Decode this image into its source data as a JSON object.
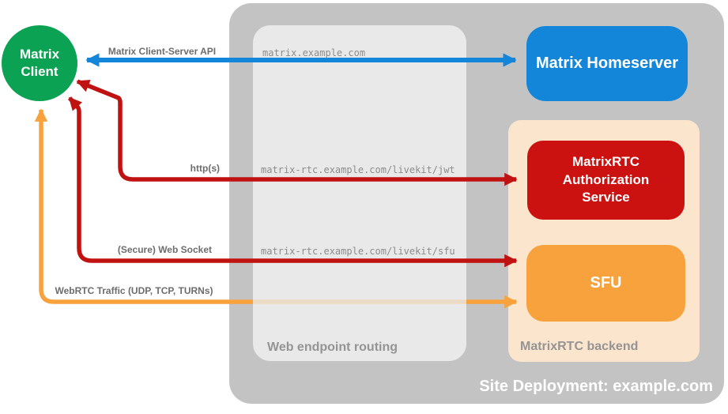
{
  "client": {
    "label": "Matrix\nClient"
  },
  "homeserver": {
    "label": "Matrix Homeserver"
  },
  "auth_service": {
    "label": "MatrixRTC Authorization Service"
  },
  "sfu": {
    "label": "SFU"
  },
  "routing": {
    "caption": "Web endpoint routing",
    "endpoints": [
      "matrix.example.com",
      "matrix-rtc.example.com/livekit/jwt",
      "matrix-rtc.example.com/livekit/sfu"
    ]
  },
  "backend": {
    "caption": "MatrixRTC backend"
  },
  "deployment": {
    "caption": "Site Deployment: example.com"
  },
  "connections": [
    {
      "label": "Matrix Client-Server API",
      "from": "Matrix Client",
      "to": "Matrix Homeserver",
      "endpoint": "matrix.example.com",
      "color": "#1486da",
      "bidirectional": true
    },
    {
      "label": "http(s)",
      "from": "Matrix Client",
      "to": "MatrixRTC Authorization Service",
      "endpoint": "matrix-rtc.example.com/livekit/jwt",
      "color": "#c11212",
      "bidirectional": true
    },
    {
      "label": "(Secure) Web Socket",
      "from": "Matrix Client",
      "to": "SFU",
      "endpoint": "matrix-rtc.example.com/livekit/sfu",
      "color": "#c11212",
      "bidirectional": true
    },
    {
      "label": "WebRTC Traffic (UDP, TCP, TURNs)",
      "from": "Matrix Client",
      "to": "SFU",
      "color": "#f8a23e",
      "bidirectional": true,
      "bypasses_web_endpoint_routing": true
    }
  ],
  "colors": {
    "client_green": "#0ba353",
    "homeserver_blue": "#1486da",
    "auth_red": "#cc1111",
    "sfu_orange": "#f8a23e",
    "backend_peach": "#fce5cd",
    "deployment_gray": "#c3c3c3",
    "routing_gray": "#e9e9e9",
    "label_gray": "#6d6d6d",
    "caption_gray": "#949494"
  }
}
